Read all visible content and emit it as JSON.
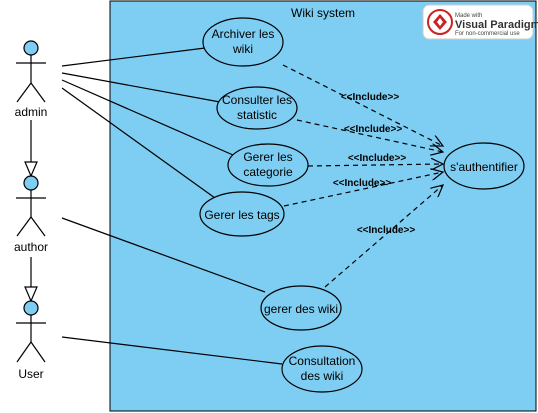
{
  "system": {
    "title": "Wiki system",
    "fill_color": "#7ecdf2"
  },
  "watermark": {
    "line1": "Made with",
    "line2": "Visual Paradigm",
    "line3": "For non-commercial use",
    "brand_color": "#cc2222"
  },
  "actors": {
    "admin": "admin",
    "author": "author",
    "user": "User",
    "head_color": "#7ecdf2"
  },
  "use_cases": {
    "archiver_line1": "Archiver les",
    "archiver_line2": "wiki",
    "consulter_line1": "Consulter les",
    "consulter_line2": "statistic",
    "gerer_cat_line1": "Gerer les",
    "gerer_cat_line2": "categorie",
    "gerer_tags": "Gerer les tags",
    "gerer_wiki": "gerer des wiki",
    "consultation_line1": "Consultation",
    "consultation_line2": "des wiki",
    "auth": "s'authentifier"
  },
  "relations": {
    "include_1": "<<Include>>",
    "include_2": "<<Include>>",
    "include_3": "<<Include>>",
    "include_4": "<<Include>>",
    "include_5": "<<Include>>"
  }
}
